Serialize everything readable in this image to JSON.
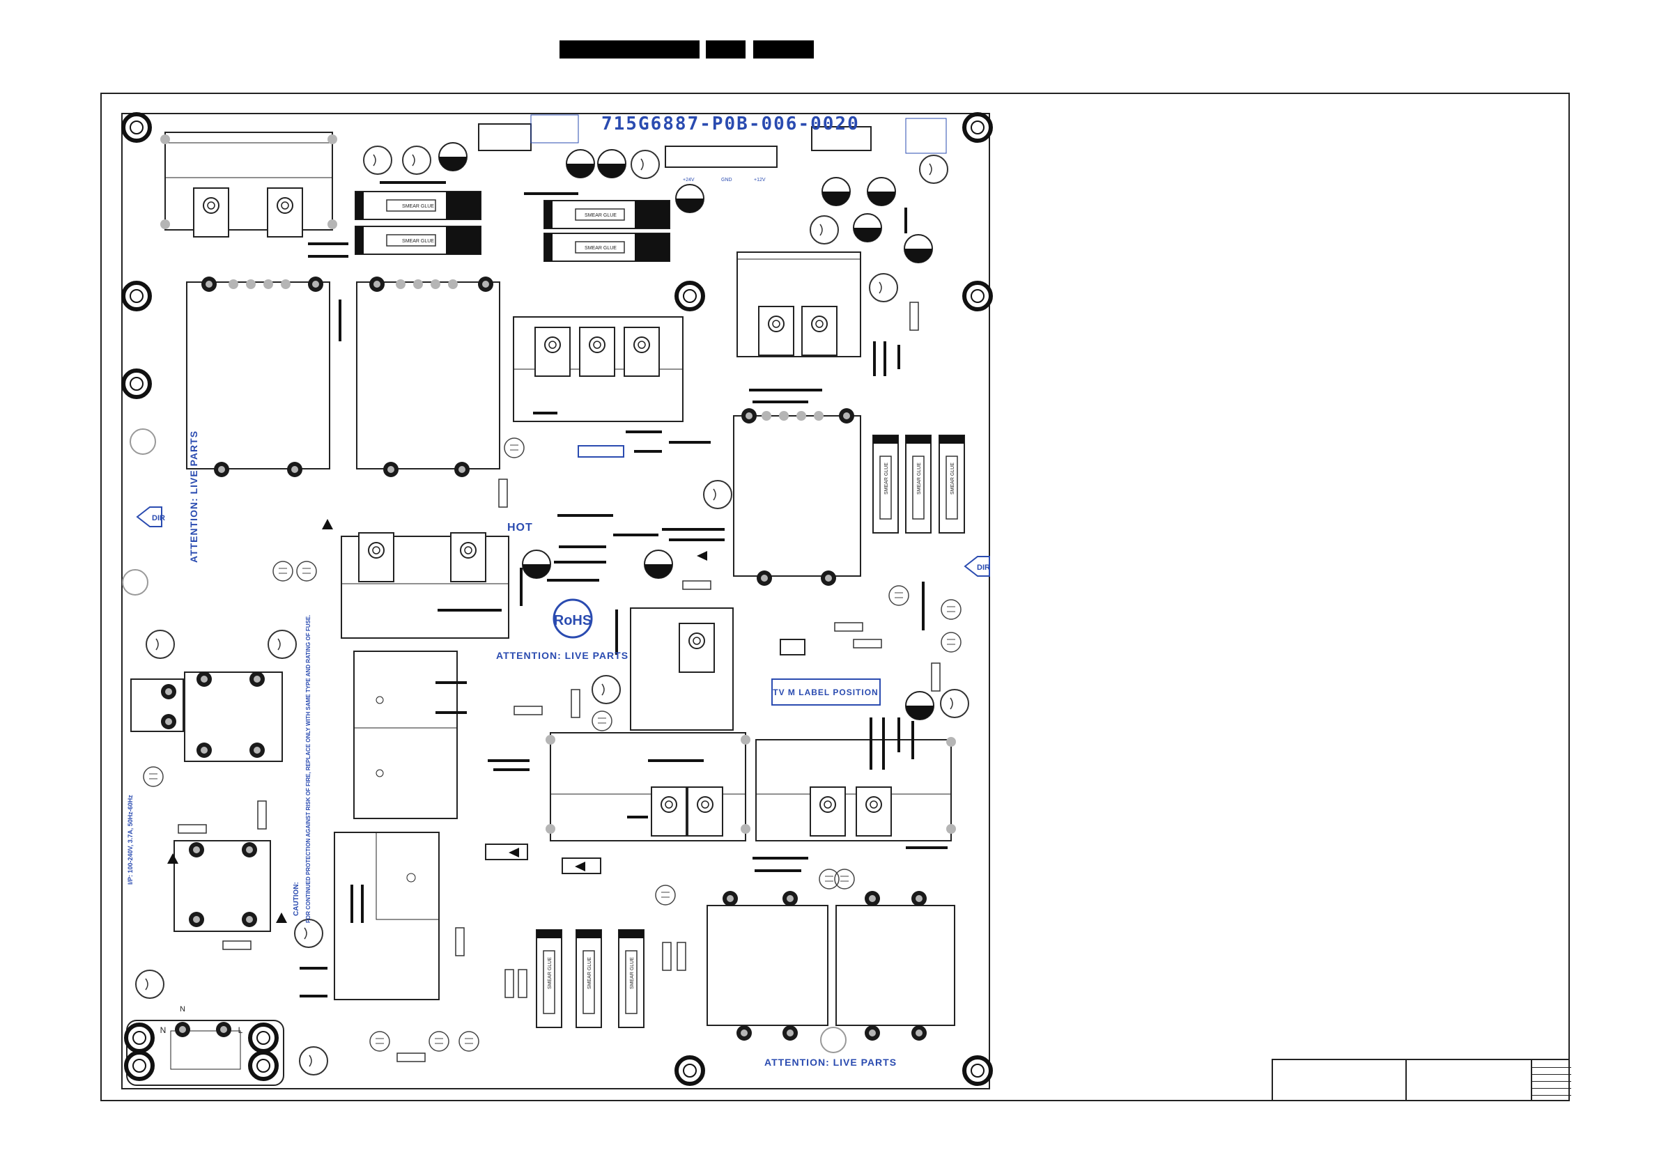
{
  "board": {
    "part_number": "715G6887-P0B-006-0020",
    "attention_label": "ATTENTION: LIVE PARTS",
    "hot_label": "HOT",
    "rohs_label": "RoHS",
    "tv_label": "TV M LABEL POSITION",
    "dir_label": "DIR",
    "input_rating": "I/P: 100-240V, 3.7A, 50Hz-60Hz",
    "caution_title": "CAUTION:",
    "caution_text": "FOR CONTINUED PROTECTION AGAINST RISK OF FIRE, REPLACE ONLY WITH SAME TYPE AND RATING OF FUSE.",
    "neutral": "N",
    "line": "L",
    "cap_label": "SMEAR GLUE",
    "conn_labels": [
      "+24V",
      "GND",
      "+12V"
    ]
  },
  "footer": {
    "link_text": ""
  },
  "colors": {
    "ink": "#1a1a1a",
    "silk_blue": "#2a4bb0",
    "pad_gray": "#b5b5b5"
  }
}
